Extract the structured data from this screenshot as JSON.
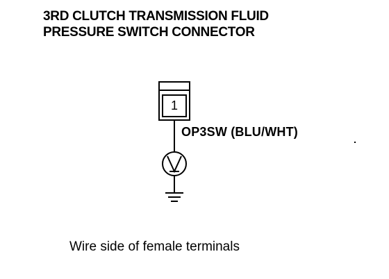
{
  "title": {
    "line1": "3RD CLUTCH TRANSMISSION FLUID",
    "line2": "PRESSURE SWITCH CONNECTOR"
  },
  "connector": {
    "terminal_number": "1",
    "wire_label": "OP3SW (BLU/WHT)"
  },
  "symbols": {
    "meter": "voltmeter-icon",
    "ground": "ground-icon"
  },
  "caption": "Wire side of female terminals"
}
